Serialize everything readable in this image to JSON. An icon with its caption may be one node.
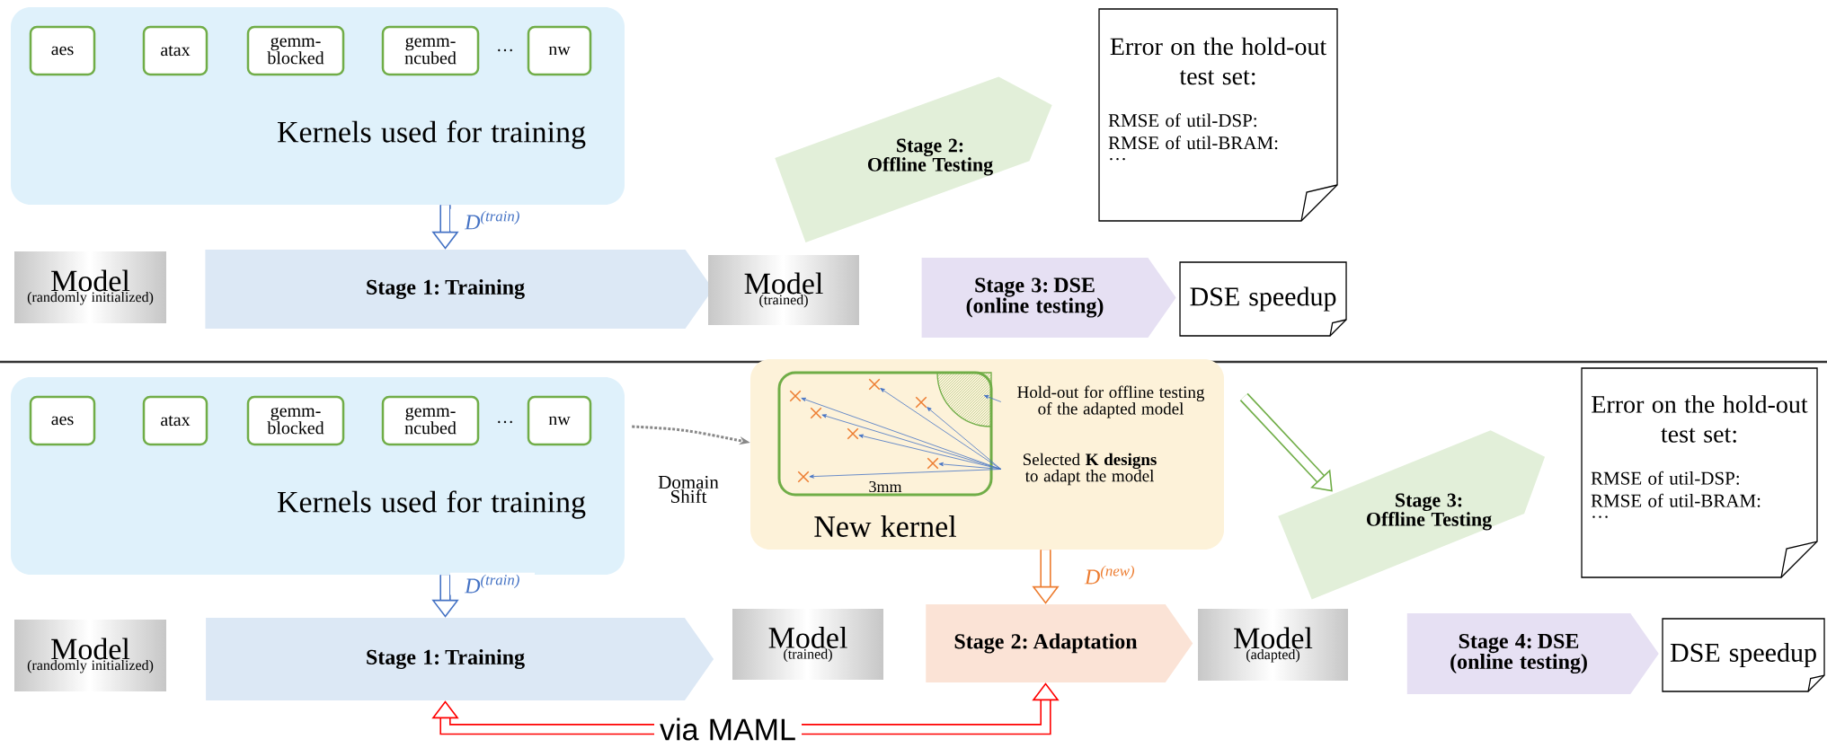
{
  "diagram": {
    "nodes": [
      {
        "text": [
          "Kernels used for training"
        ]
      },
      {
        "text": [
          "aes"
        ],
        "in": 0
      },
      {
        "text": [
          "atax"
        ],
        "in": 0
      },
      {
        "text": [
          "gemm-blocked"
        ],
        "in": 0
      },
      {
        "text": [
          "gemm-ncubed"
        ],
        "in": 0
      },
      {
        "text": [
          "nw"
        ],
        "in": 0
      },
      {
        "text": [
          "Model",
          "(randomly initialized)"
        ]
      },
      {
        "text": [
          "Stage 1: Training"
        ]
      },
      {
        "text": [
          "Model",
          "(trained)"
        ]
      },
      {
        "text": [
          "Stage 2: Offline Testing"
        ]
      },
      {
        "text": [
          "Error on the hold-out test set:",
          "RMSE of util-DSP:",
          "RMSE of util-BRAM:",
          "…"
        ]
      },
      {
        "text": [
          "Stage 3: DSE (online testing)"
        ]
      },
      {
        "text": [
          "DSE speedup"
        ]
      },
      {
        "text": [
          "Kernels used for training"
        ]
      },
      {
        "text": [
          "aes"
        ],
        "in": 13
      },
      {
        "text": [
          "atax"
        ],
        "in": 13
      },
      {
        "text": [
          "gemm-blocked"
        ],
        "in": 13
      },
      {
        "text": [
          "gemm-ncubed"
        ],
        "in": 13
      },
      {
        "text": [
          "nw"
        ],
        "in": 13
      },
      {
        "text": [
          "Model",
          "(randomly initialized)"
        ]
      },
      {
        "text": [
          "Stage 1: Training"
        ]
      },
      {
        "text": [
          "Model",
          "(trained)"
        ]
      },
      {
        "text": [
          "New kernel"
        ]
      },
      {
        "text": [],
        "shape": "box",
        "in": 22
      },
      {
        "text": [],
        "shape": "wedge",
        "in": 23
      },
      {
        "text": [
          "Hold-out for offline testing of the adapted model"
        ],
        "in": 22
      },
      {
        "text": [
          "Selected **K designs** to adapt the model"
        ],
        "in": 22
      },
      {
        "text": [],
        "shape": "cross",
        "in": 23
      },
      {
        "text": [],
        "shape": "cross",
        "in": 23
      },
      {
        "text": [],
        "shape": "cross",
        "in": 23
      },
      {
        "text": [],
        "shape": "cross",
        "in": 23
      },
      {
        "text": [],
        "shape": "cross",
        "in": 23
      },
      {
        "text": [],
        "shape": "cross",
        "in": 23
      },
      {
        "text": [],
        "shape": "cross",
        "in": 23
      },
      {
        "text": [
          "Stage 2: Adaptation"
        ]
      },
      {
        "text": [
          "Model",
          "(adapted)"
        ]
      },
      {
        "text": [
          "Stage 3: Offline Testing"
        ]
      },
      {
        "text": [
          "Error on the hold-out test set:",
          "RMSE of util-DSP:",
          "RMSE of util-BRAM:",
          "…"
        ]
      },
      {
        "text": [
          "Stage 4: DSE (online testing)"
        ]
      },
      {
        "text": [
          "DSE speedup"
        ]
      }
    ],
    "edges": [
      {
        "from": 0,
        "to": 7,
        "arrow": "to",
        "label": "D$^{(train)}$",
        "style": "thick"
      },
      {
        "from": 13,
        "to": 20,
        "arrow": "to",
        "label": "D$^{(train)}$",
        "style": "thick"
      },
      {
        "from": 13,
        "to": 22,
        "arrow": "to",
        "label": "Domain Shift",
        "style": "dashed",
        "color": "#888888"
      },
      {
        "from": 22,
        "to": 34,
        "arrow": "to",
        "label": "D$^{(new)}$",
        "style": "thick",
        "color": "#ed7d31"
      },
      {
        "from": 22,
        "to": 36,
        "arrow": "to",
        "style": "thick",
        "color": "#70ad47"
      },
      {
        "from": 20,
        "to": 34,
        "arrow": "both",
        "label": "via MAML",
        "style": "thick",
        "color": "#ff0000"
      },
      {
        "from": 25,
        "to": 24,
        "arrow": "to"
      },
      {
        "from": 26,
        "to": 27,
        "arrow": "to"
      },
      {
        "from": 26,
        "to": 28,
        "arrow": "to"
      },
      {
        "from": 26,
        "to": 29,
        "arrow": "to"
      },
      {
        "from": 26,
        "to": 30,
        "arrow": "to"
      },
      {
        "from": 26,
        "to": 31,
        "arrow": "to"
      },
      {
        "from": 26,
        "to": 32,
        "arrow": "to"
      },
      {
        "from": 26,
        "to": 33,
        "arrow": "to"
      }
    ],
    "labels": [
      "…",
      "…",
      "3mm"
    ]
  }
}
